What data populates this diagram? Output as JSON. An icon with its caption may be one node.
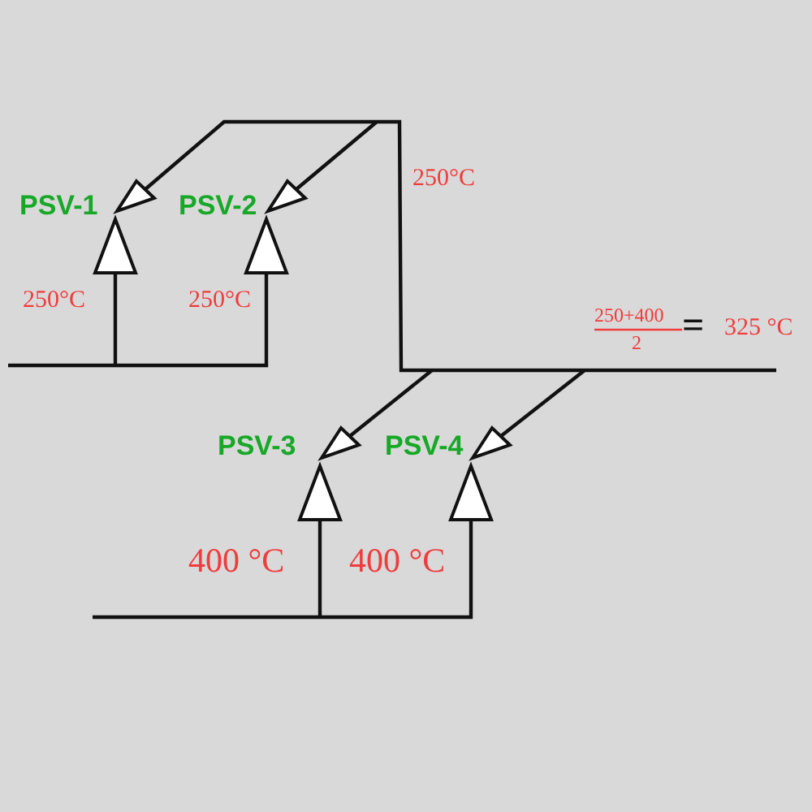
{
  "diagram": {
    "nodes": [
      {
        "text": [
          "PSV-1"
        ],
        "beside": [
          "250°C"
        ]
      },
      {
        "text": [
          "PSV-2"
        ],
        "beside": [
          "250°C"
        ]
      },
      {
        "text": [
          "PSV-3"
        ],
        "beside": [
          "400 °C"
        ]
      },
      {
        "text": [
          "PSV-4"
        ],
        "beside": [
          "400 °C"
        ]
      }
    ],
    "labels": [
      "250°C",
      "250+400",
      "2",
      "=",
      "325 °C"
    ]
  }
}
